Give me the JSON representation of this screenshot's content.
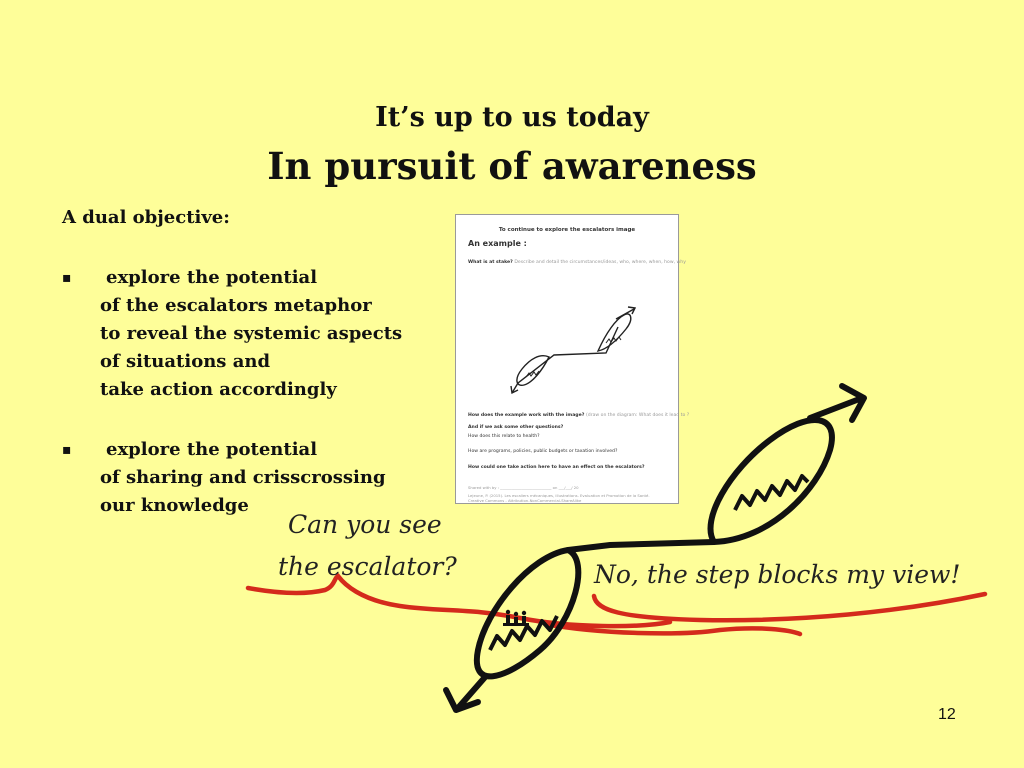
{
  "slide": {
    "title_line1": "It’s up to us today",
    "title_line2": "In pursuit of awareness",
    "objective_heading": "A dual objective:",
    "bullet_marker": "▪",
    "bullets": [
      {
        "lines": [
          "explore the potential",
          "of the escalators metaphor",
          "to reveal the systemic aspects",
          "of situations and",
          "take action accordingly"
        ]
      },
      {
        "lines": [
          "explore the potential",
          "of sharing and crisscrossing",
          "our knowledge"
        ]
      }
    ],
    "page_number": "12"
  },
  "document_thumbnail": {
    "title": "To continue to explore the escalators image",
    "example_heading": "An example :",
    "q_stakes": "What is at stake?",
    "q_stakes_hint": "Describe and detail the circumstances/ideas, who, where, when, how, why",
    "q_example": "How does the example work with the image?",
    "q_example_hint": "(draw on the diagram: What does it lead to ?",
    "q_other": "And if we ask some other questions?",
    "q_health": "How does this relate to health?",
    "q_programs": "How are programs, policies, public budgets or taxation involved?",
    "q_action": "How could one take action here to have an effect on the escalators?",
    "footer_date": "Shared with by : ___________________________  on ___/___/ 20",
    "footer_credit1": "Lejeune, P. (2015). Les escaliers mécaniques, illustrations. Evaluation et Promotion de la Santé.",
    "footer_credit2": "Creative Commons - Attribution-NonCommercial-ShareAlike"
  },
  "annotations": {
    "question_line1": "Can you see",
    "question_line2": "the escalator?",
    "answer": "No, the step blocks my view!"
  },
  "colors": {
    "background": "#fefe99",
    "text": "#111111",
    "red_line": "#d42a1c",
    "escalator_stroke": "#111111"
  }
}
